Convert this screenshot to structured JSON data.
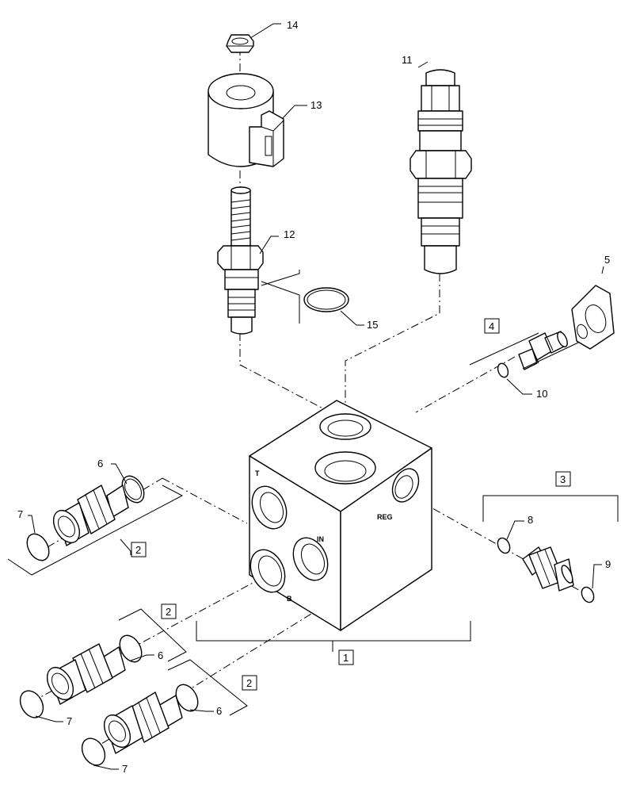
{
  "callouts": {
    "c14": "14",
    "c13": "13",
    "c11": "11",
    "c12": "12",
    "c15": "15",
    "c5": "5",
    "c4": "4",
    "c10": "10",
    "c6a": "6",
    "c7a": "7",
    "c2a": "2",
    "c3": "3",
    "c8": "8",
    "c9": "9",
    "c2b": "2",
    "c6b": "6",
    "c7b": "7",
    "c1": "1",
    "c2c": "2",
    "c6c": "6",
    "c7c": "7"
  },
  "ports": {
    "t": "T",
    "in": "IN",
    "b": "B",
    "reg": "REG"
  },
  "colors": {
    "line": "#000000",
    "background": "#ffffff"
  }
}
